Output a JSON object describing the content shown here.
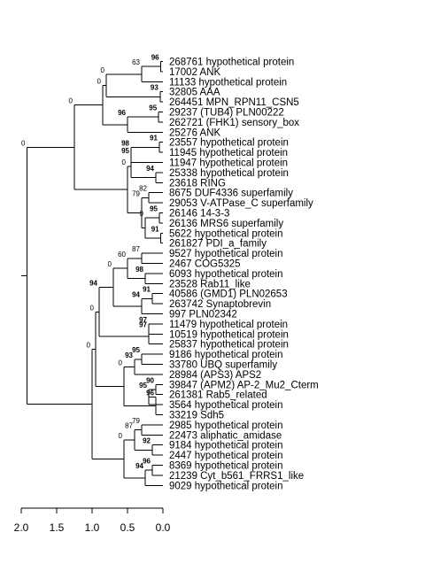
{
  "tree": {
    "leaves": [
      "268761 hypothetical protein",
      "17002 ANK",
      "11133 hypothetical protein",
      "32805 AAA",
      "264451 MPN_RPN11_CSN5",
      "29237 (TUB4) PLN00222",
      "262721 (FHK1) sensory_box",
      "25276 ANK",
      "23557 hypothetical protein",
      "11945 hypothetical protein",
      "11947 hypothetical protein",
      "25338 hypothetical protein",
      "23618 RING",
      "8675 DUF4336 superfamily",
      "29053 V-ATPase_C superfamily",
      "26146 14-3-3",
      "26136 MRS6 superfamily",
      "5622 hypothetical protein",
      "261827 PDI_a_family",
      "9527 hypothetical protein",
      "2467 COG5325",
      "6093 hypothetical protein",
      "23528 Rab11_like",
      "40586 (GMD1) PLN02653",
      "263742 Synaptobrevin",
      "997 PLN02342",
      "11479 hypothetical protein",
      "10519 hypothetical protein",
      "25837 hypothetical protein",
      "9186 hypothetical protein",
      "33780 UBQ superfamily",
      "28984 (APS3) APS2",
      "39847 (APM2) AP-2_Mu2_Cterm",
      "261381 Rab5_related",
      "3564 hypothetical protein",
      "33219 Sdh5",
      "2985 hypothetical protein",
      "22473 aliphatic_amidase",
      "9184 hypothetical protein",
      "2447 hypothetical protein",
      "8369 hypothetical protein",
      "21239 Cyt_b561_FRRS1_like",
      "9029 hypothetical protein"
    ],
    "nodes": [
      {
        "c": [
          0,
          1
        ],
        "d": 0.03,
        "s": "96",
        "b": true
      },
      {
        "c": [
          "n0",
          2
        ],
        "d": 0.3,
        "s": "63",
        "b": false
      },
      {
        "c": [
          3,
          4
        ],
        "d": 0.04,
        "s": "93",
        "b": true
      },
      {
        "c": [
          "n1",
          "n2"
        ],
        "d": 0.8,
        "s": "0",
        "b": false
      },
      {
        "c": [
          5,
          6
        ],
        "d": 0.06,
        "s": "95",
        "b": true
      },
      {
        "c": [
          "n4",
          7
        ],
        "d": 0.5,
        "s": "96",
        "b": true
      },
      {
        "c": [
          "n3",
          "n5"
        ],
        "d": 0.85,
        "s": "0",
        "b": false
      },
      {
        "c": [
          8,
          9
        ],
        "d": 0.05,
        "s": "91",
        "b": true
      },
      {
        "c": [
          "n7",
          10
        ],
        "d": 0.45,
        "s": "98",
        "b": true
      },
      {
        "c": [
          11,
          12
        ],
        "d": 0.1,
        "s": "94",
        "b": true
      },
      {
        "c": [
          "n8",
          "n9"
        ],
        "d": 0.45,
        "s": "95",
        "b": true
      },
      {
        "c": [
          13,
          14
        ],
        "d": 0.2,
        "s": "82",
        "b": false
      },
      {
        "c": [
          15,
          16
        ],
        "d": 0.05,
        "s": "95",
        "b": true
      },
      {
        "c": [
          17,
          18
        ],
        "d": 0.03,
        "s": "91",
        "b": true
      },
      {
        "c": [
          "n12",
          "n13"
        ],
        "d": 0.25,
        "s": "0",
        "b": false
      },
      {
        "c": [
          "n11",
          "n14"
        ],
        "d": 0.3,
        "s": "79",
        "b": false
      },
      {
        "c": [
          "n10",
          "n15"
        ],
        "d": 0.5,
        "s": "0",
        "b": false
      },
      {
        "c": [
          "n6",
          "n16"
        ],
        "d": 1.25,
        "s": "0",
        "b": false
      },
      {
        "c": [
          19,
          20
        ],
        "d": 0.3,
        "s": "87",
        "b": false
      },
      {
        "c": [
          21,
          22
        ],
        "d": 0.25,
        "s": "98",
        "b": true
      },
      {
        "c": [
          "n18",
          "n19"
        ],
        "d": 0.5,
        "s": "60",
        "b": false
      },
      {
        "c": [
          23,
          24
        ],
        "d": 0.15,
        "s": "91",
        "b": true
      },
      {
        "c": [
          "n21",
          25
        ],
        "d": 0.3,
        "s": "94",
        "b": true
      },
      {
        "c": [
          "n20",
          "n22"
        ],
        "d": 0.7,
        "s": "0",
        "b": false
      },
      {
        "c": [
          26,
          27
        ],
        "d": 0.2,
        "s": "97",
        "b": true
      },
      {
        "c": [
          "n24",
          28
        ],
        "d": 0.2,
        "s": "97",
        "b": true
      },
      {
        "c": [
          "n23",
          "n25"
        ],
        "d": 0.9,
        "s": "94",
        "b": true
      },
      {
        "c": [
          29,
          30
        ],
        "d": 0.3,
        "s": "95",
        "b": true
      },
      {
        "c": [
          "n27",
          31
        ],
        "d": 0.4,
        "s": "93",
        "b": true
      },
      {
        "c": [
          32,
          33
        ],
        "d": 0.1,
        "s": "90",
        "b": true
      },
      {
        "c": [
          "n29",
          34
        ],
        "d": 0.2,
        "s": "95",
        "b": true
      },
      {
        "c": [
          "n30",
          35
        ],
        "d": 0.1,
        "s": "96",
        "b": true
      },
      {
        "c": [
          "n28",
          "n31"
        ],
        "d": 0.55,
        "s": "0",
        "b": false
      },
      {
        "c": [
          "n26",
          "n32"
        ],
        "d": 0.95,
        "s": "0",
        "b": false
      },
      {
        "c": [
          36,
          37
        ],
        "d": 0.3,
        "s": "79",
        "b": false
      },
      {
        "c": [
          38,
          39
        ],
        "d": 0.15,
        "s": "92",
        "b": true
      },
      {
        "c": [
          "n34",
          "n35"
        ],
        "d": 0.4,
        "s": "87",
        "b": false
      },
      {
        "c": [
          40,
          41
        ],
        "d": 0.15,
        "s": "96",
        "b": true
      },
      {
        "c": [
          "n37",
          42
        ],
        "d": 0.25,
        "s": "94",
        "b": true
      },
      {
        "c": [
          "n36",
          "n38"
        ],
        "d": 0.55,
        "s": "0",
        "b": false
      },
      {
        "c": [
          "n33",
          "n39"
        ],
        "d": 1.0,
        "s": "0",
        "b": false
      },
      {
        "c": [
          "n17",
          "n40"
        ],
        "d": 1.92,
        "s": "0",
        "b": false
      }
    ],
    "root_stub_depth": 2.0
  },
  "axis": {
    "min": 0.0,
    "max": 2.0,
    "reversed": true,
    "ticks": [
      "2.0",
      "1.5",
      "1.0",
      "0.5",
      "0.0"
    ],
    "tick_values": [
      2.0,
      1.5,
      1.0,
      0.5,
      0.0
    ]
  }
}
